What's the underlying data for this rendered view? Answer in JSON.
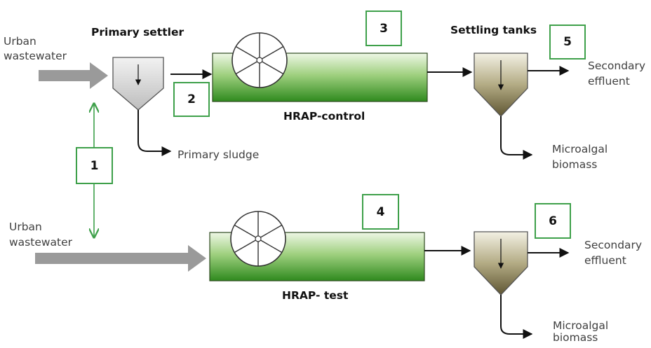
{
  "top_row": {
    "input_label_line1": "Urban",
    "input_label_line2": "wastewater",
    "primary_settler_label": "Primary settler",
    "primary_sludge_label": "Primary sludge",
    "hrap_label": "HRAP-control",
    "settling_tanks_label": "Settling tanks",
    "effluent_line1": "Secondary",
    "effluent_line2": "effluent",
    "biomass_line1": "Microalgal",
    "biomass_line2": "biomass"
  },
  "bottom_row": {
    "input_label_line1": "Urban",
    "input_label_line2": "wastewater",
    "hrap_label": "HRAP- test",
    "effluent_line1": "Secondary",
    "effluent_line2": "effluent",
    "biomass_line1": "Microalgal",
    "biomass_line2": "biomass"
  },
  "sampling_points": [
    "1",
    "2",
    "3",
    "4",
    "5",
    "6"
  ],
  "colors": {
    "pond_green_top": "#e6f3d9",
    "pond_green_bottom": "#2f8a1e",
    "settler_grey": "#d4d4d4",
    "settling_tank_olive": "#7a7049",
    "sampling_box_border": "#3ea04a",
    "input_arrow_grey": "#9a9a9a"
  }
}
